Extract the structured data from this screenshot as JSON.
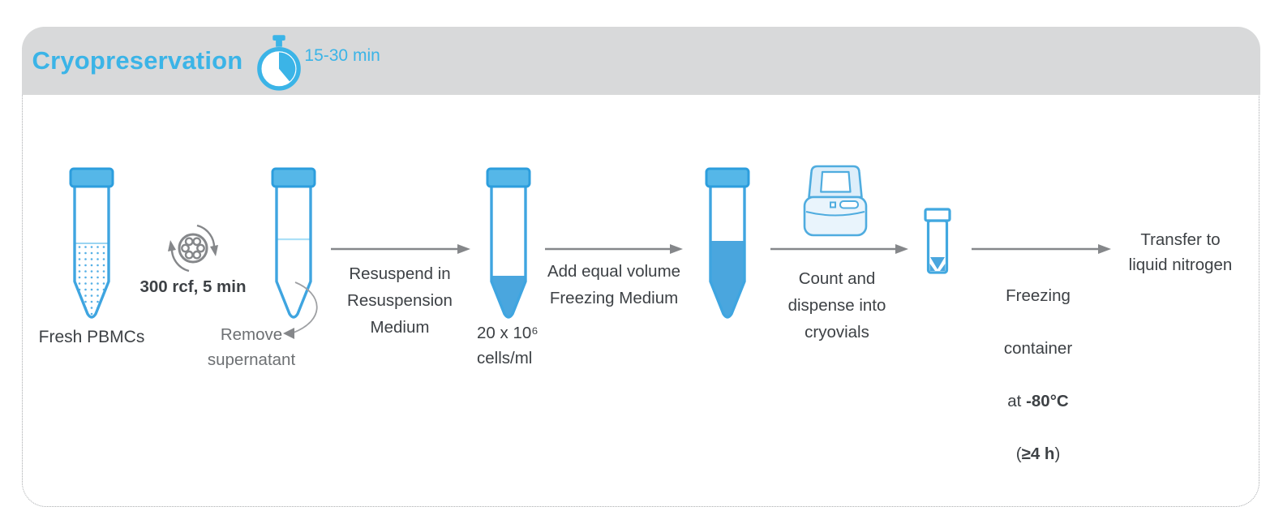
{
  "colors": {
    "accent_blue": "#3bb4e7",
    "tube_outline": "#3fa5e0",
    "cap_fill": "#55b7e8",
    "liquid_fill": "#4aa6de",
    "header_bg": "#d8d9da",
    "text_dark": "#3d4145",
    "text_gray": "#6d7073",
    "arrow_gray": "#85878a"
  },
  "header": {
    "title": "Cryopreservation",
    "duration": "15-30 min"
  },
  "icons": {
    "timer": "stopwatch",
    "centrifuge": "centrifuge-rotor",
    "counter": "automated-cell-counter",
    "tube": "conical-centrifuge-tube",
    "vial": "cryovial"
  },
  "flow": {
    "fresh_tube": {
      "label": "Fresh PBMCs"
    },
    "centrifuge": {
      "label": "300 rcf, 5 min"
    },
    "pellet_tube": {
      "label": "Remove\nsupernatant"
    },
    "resuspend_arrow": {
      "label": "Resuspend in\nResuspension\nMedium"
    },
    "resuspended_tube": {
      "label": "20 x 10⁶\ncells/ml"
    },
    "freezing_medium_arrow": {
      "label": "Add equal volume\nFreezing Medium"
    },
    "count_arrow": {
      "label": "Count and\ndispense into\ncryovials"
    },
    "freezing_container": {
      "line1": "Freezing",
      "line2": "container",
      "line3_prefix": "at ",
      "line3_bold": "-80°C",
      "line4_prefix": "(",
      "line4_bold": "≥4 h",
      "line4_suffix": ")"
    },
    "final_step": {
      "label": "Transfer to\nliquid nitrogen"
    }
  }
}
